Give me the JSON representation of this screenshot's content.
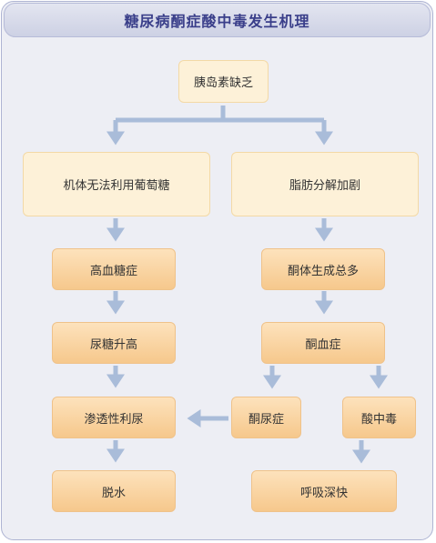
{
  "title": "糖尿病酮症酸中毒发生机理",
  "nodes": {
    "insulin": "胰岛素缺乏",
    "glucose_unusable": "机体无法利用葡萄糖",
    "lipolysis": "脂肪分解加剧",
    "hyperglycemia": "高血糖症",
    "ketone_increase": "酮体生成总多",
    "glycosuria": "尿糖升高",
    "ketonemia": "酮血症",
    "osmotic_diuresis": "渗透性利尿",
    "ketonuria": "酮尿症",
    "acidosis": "酸中毒",
    "dehydration": "脱水",
    "breathing": "呼吸深快"
  },
  "colors": {
    "arrow": "#a9bcd9",
    "title_text": "#3a3f8a",
    "light_node": "#fdf1d8",
    "orange_node": "#f8cf96"
  }
}
